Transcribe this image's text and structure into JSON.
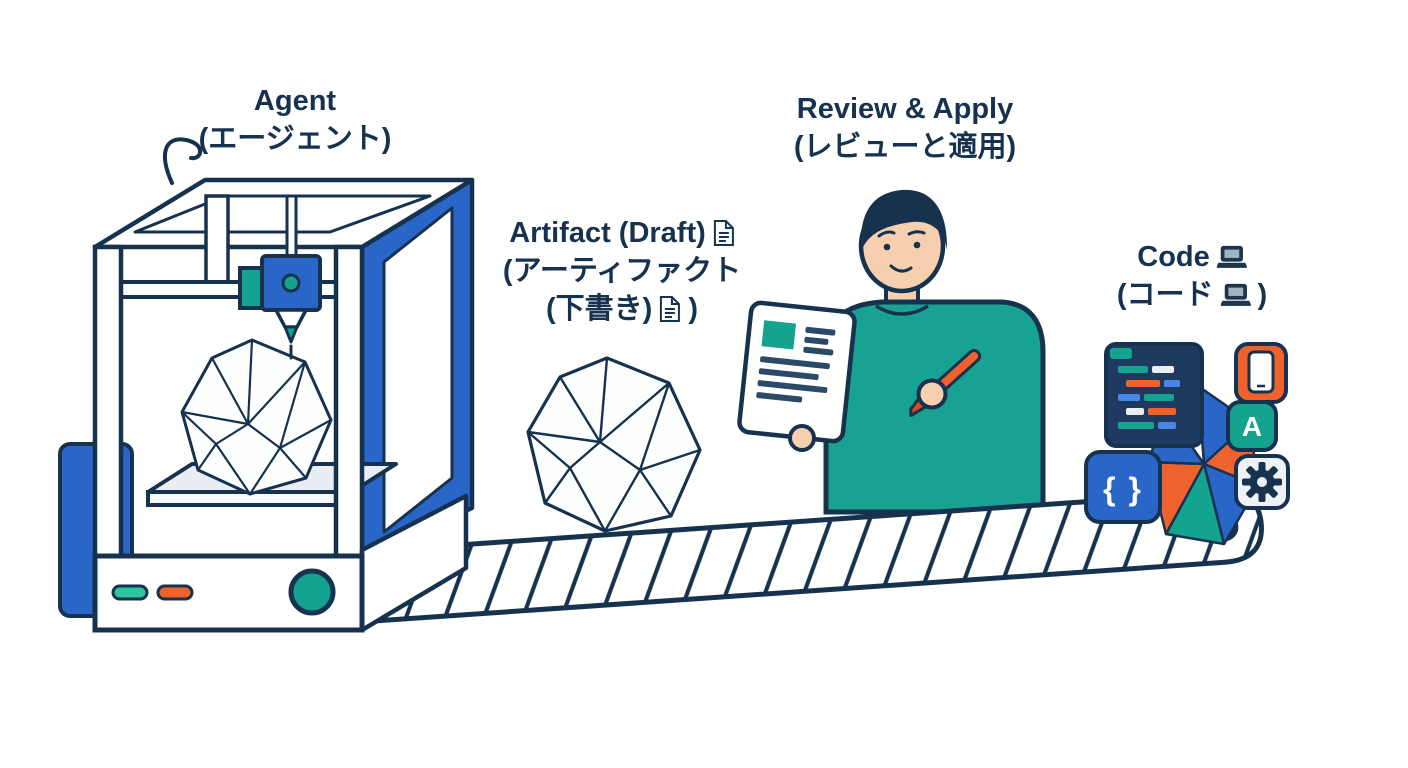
{
  "labels": {
    "agent": {
      "en": "Agent",
      "ja": "(エージェント)"
    },
    "artifact": {
      "en": "Artifact (Draft)",
      "ja_line1": "(アーティファクト",
      "ja_line2": "(下書き)",
      "ja_line2_close": ")"
    },
    "review": {
      "en": "Review & Apply",
      "ja": "(レビューと適用)"
    },
    "code": {
      "en": "Code",
      "ja_open": "(コード",
      "ja_close": ")"
    }
  },
  "icons": {
    "document": "document-icon",
    "laptop": "laptop-icon",
    "braces_glyph": "{ }",
    "appstore_glyph": "A"
  },
  "colors": {
    "outline": "#16324f",
    "blue": "#2a66c8",
    "teal": "#14a38f",
    "orange": "#f0622d",
    "skin": "#f6cfae",
    "code_panel": "#1e3b5f",
    "light": "#e9eef4"
  }
}
